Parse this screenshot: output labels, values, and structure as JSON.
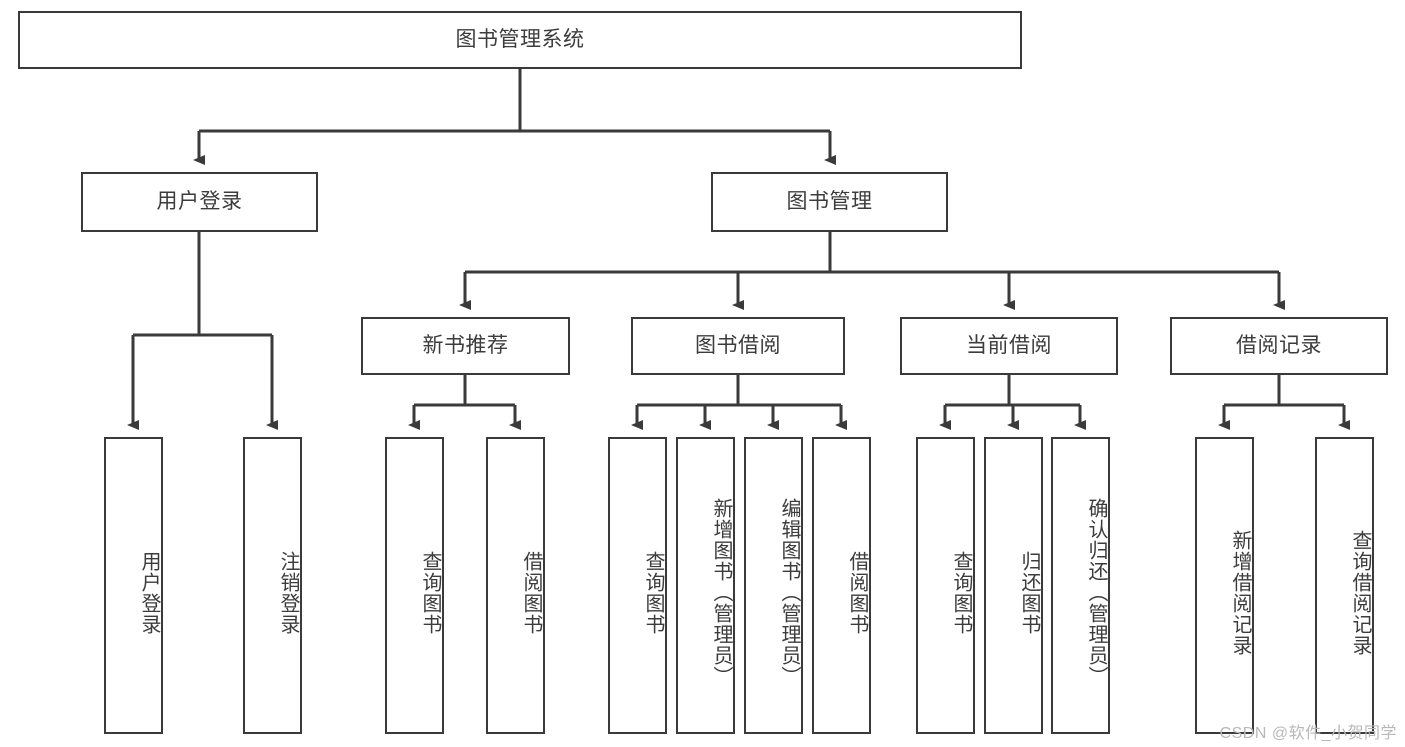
{
  "diagram": {
    "title": "图书管理系统",
    "type": "tree",
    "theme": {
      "stroke": "#3a3a3a",
      "text": "#3c3c3c",
      "background": "#ffffff",
      "watermark_color": "#b8b8b8"
    },
    "root": {
      "label": "图书管理系统"
    },
    "level2": [
      {
        "id": "user-login",
        "label": "用户登录"
      },
      {
        "id": "book-manage",
        "label": "图书管理"
      }
    ],
    "level3": [
      {
        "id": "new-book-rec",
        "label": "新书推荐",
        "parent": "book-manage"
      },
      {
        "id": "book-borrow",
        "label": "图书借阅",
        "parent": "book-manage"
      },
      {
        "id": "current-borrow",
        "label": "当前借阅",
        "parent": "book-manage"
      },
      {
        "id": "borrow-record",
        "label": "借阅记录",
        "parent": "book-manage"
      }
    ],
    "leaves": [
      {
        "id": "leaf-user-login",
        "label": "用户登录",
        "parent": "user-login"
      },
      {
        "id": "leaf-logout",
        "label": "注销登录",
        "parent": "user-login"
      },
      {
        "id": "leaf-query-book-1",
        "label": "查询图书",
        "parent": "new-book-rec"
      },
      {
        "id": "leaf-borrow-book-1",
        "label": "借阅图书",
        "parent": "new-book-rec"
      },
      {
        "id": "leaf-query-book-2",
        "label": "查询图书",
        "parent": "book-borrow"
      },
      {
        "id": "leaf-add-book",
        "label": "新增图书（管理员）",
        "parent": "book-borrow"
      },
      {
        "id": "leaf-edit-book",
        "label": "编辑图书（管理员）",
        "parent": "book-borrow"
      },
      {
        "id": "leaf-borrow-book-2",
        "label": "借阅图书",
        "parent": "book-borrow"
      },
      {
        "id": "leaf-query-book-3",
        "label": "查询图书",
        "parent": "current-borrow"
      },
      {
        "id": "leaf-return-book",
        "label": "归还图书",
        "parent": "current-borrow"
      },
      {
        "id": "leaf-confirm-return",
        "label": "确认归还（管理员）",
        "parent": "current-borrow"
      },
      {
        "id": "leaf-add-record",
        "label": "新增借阅记录",
        "parent": "borrow-record"
      },
      {
        "id": "leaf-query-record",
        "label": "查询借阅记录",
        "parent": "borrow-record"
      }
    ],
    "watermark": "CSDN @软件_小贺同学"
  }
}
